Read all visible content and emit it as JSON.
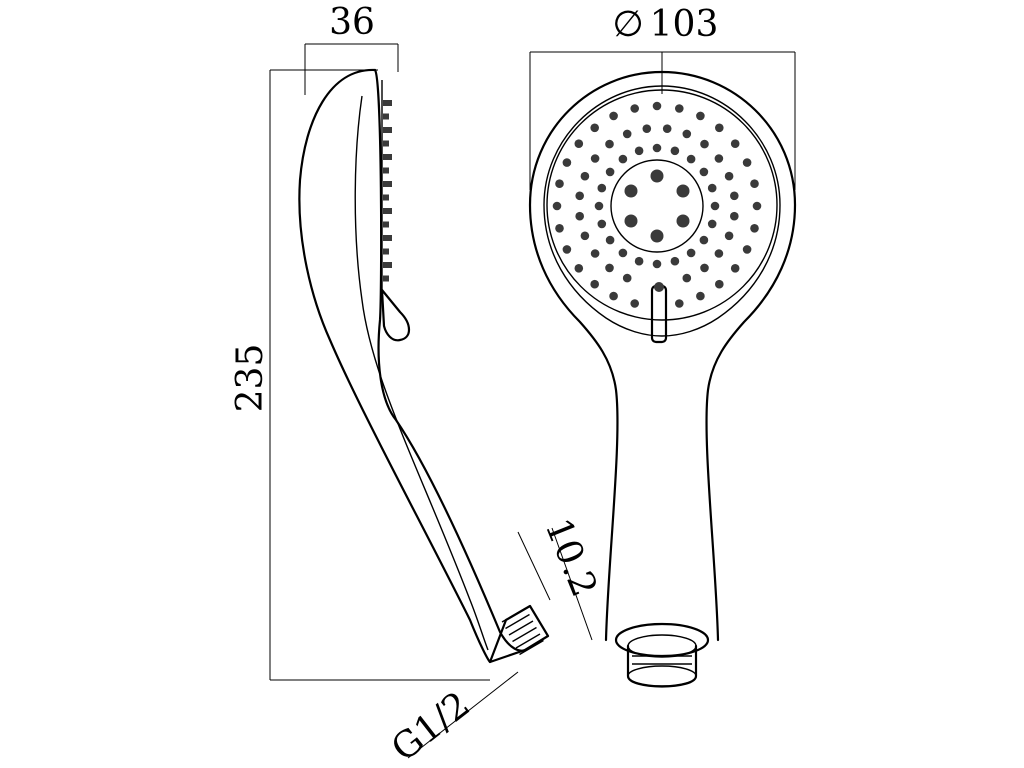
{
  "dimensions": {
    "side_width": "36",
    "head_diameter": "103",
    "diameter_symbol": "∅",
    "total_length": "235",
    "thread_length": "10.2",
    "thread_size": "G1/2"
  },
  "colors": {
    "line": "#000000",
    "nozzle": "#3a3a3a",
    "background": "#ffffff"
  }
}
